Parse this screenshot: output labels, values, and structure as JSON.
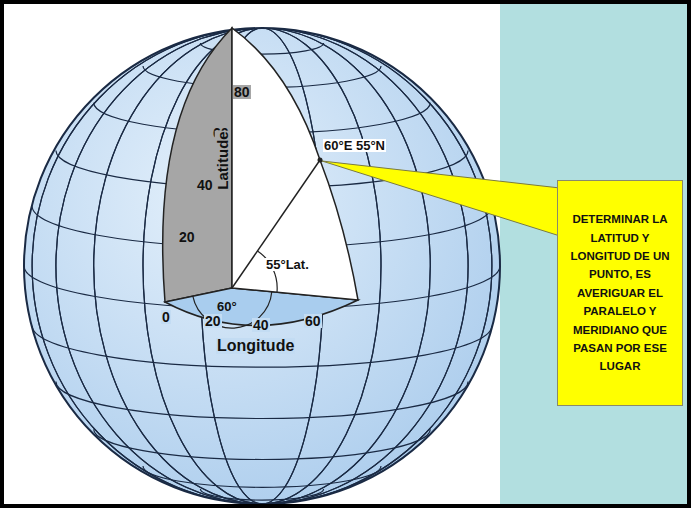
{
  "diagram": {
    "nodes": [
      {
        "text": [
          "DETERMINAR LA LATITUD Y LONGITUD DE UN PUNTO, ES AVERIGUAR EL PARALELO Y MERIDIANO QUE PASAN POR ESE LUGAR"
        ]
      }
    ],
    "labels": [
      "80",
      "60",
      "40",
      "20",
      "Latitude",
      "60°E 55°N",
      "55°Lat.",
      "60°",
      "0",
      "20",
      "40",
      "60",
      "Longitude"
    ]
  }
}
